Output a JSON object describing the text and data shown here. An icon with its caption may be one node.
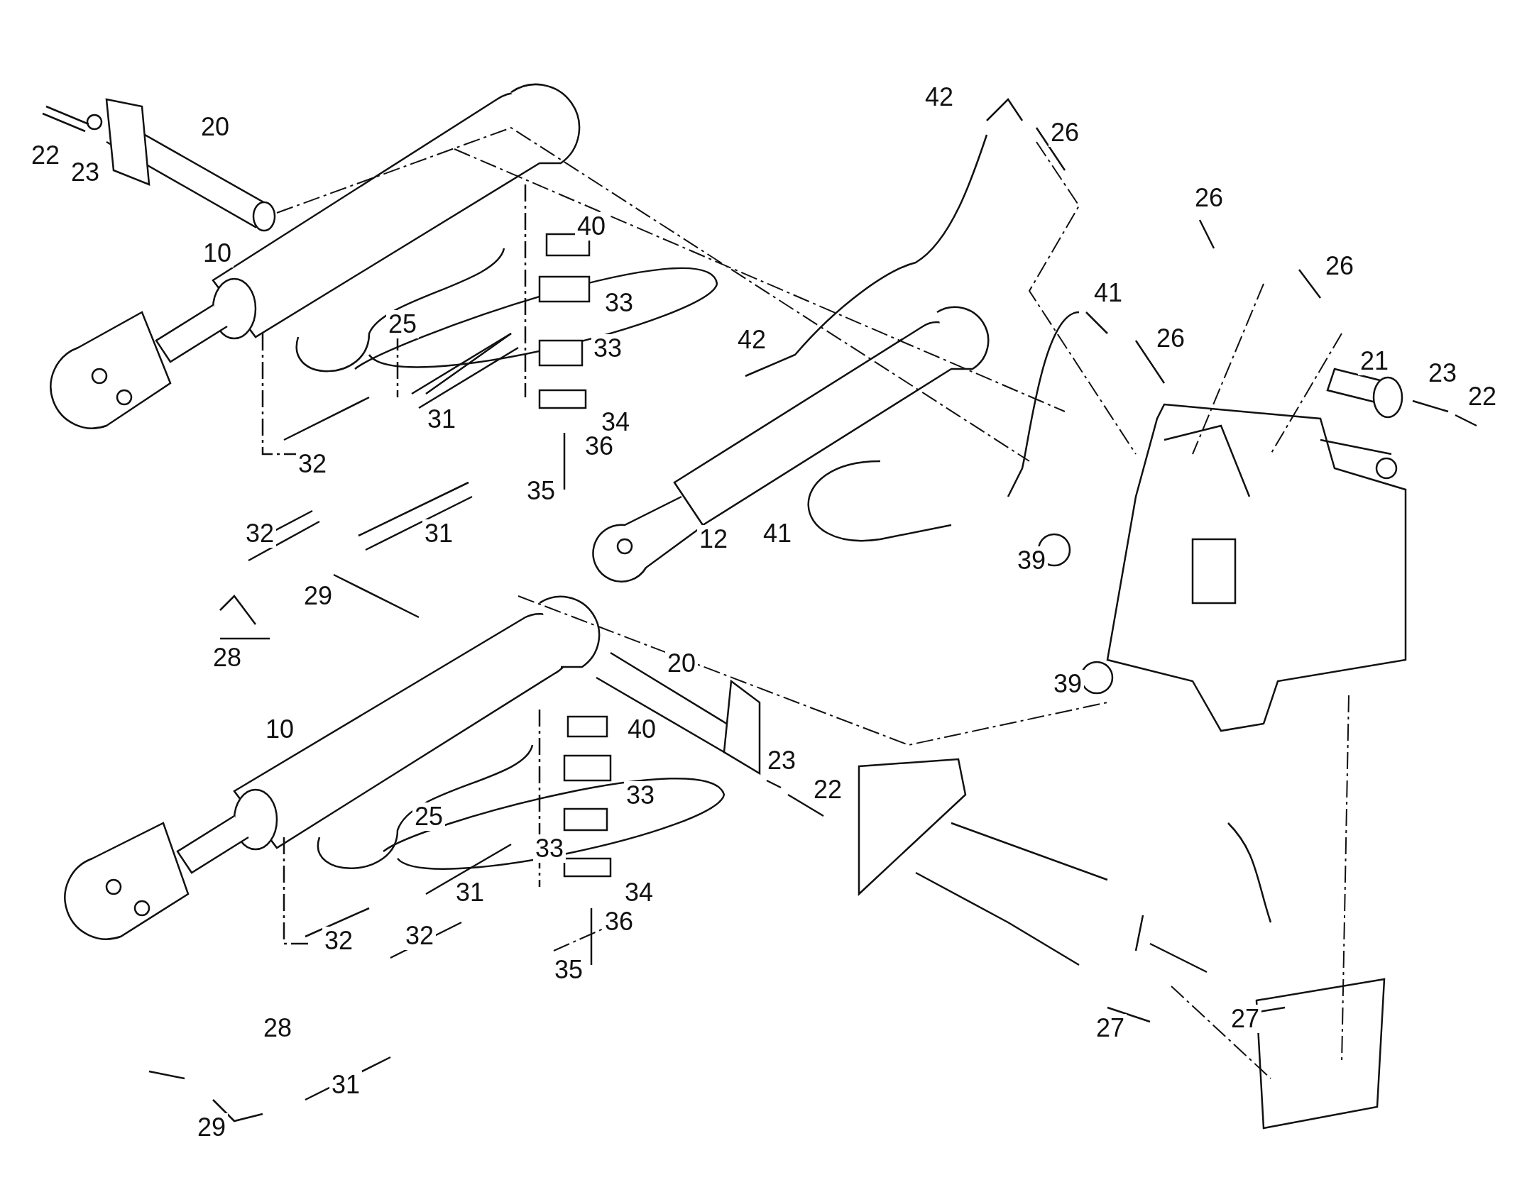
{
  "diagram": {
    "labels": [
      "42",
      "26",
      "20",
      "22",
      "23",
      "26",
      "40",
      "10",
      "26",
      "41",
      "33",
      "25",
      "42",
      "26",
      "33",
      "21",
      "23",
      "22",
      "31",
      "34",
      "36",
      "32",
      "35",
      "41",
      "12",
      "32",
      "31",
      "39",
      "29",
      "28",
      "20",
      "39",
      "10",
      "40",
      "23",
      "22",
      "33",
      "25",
      "33",
      "34",
      "31",
      "36",
      "32",
      "32",
      "35",
      "27",
      "28",
      "27",
      "31",
      "29"
    ]
  }
}
